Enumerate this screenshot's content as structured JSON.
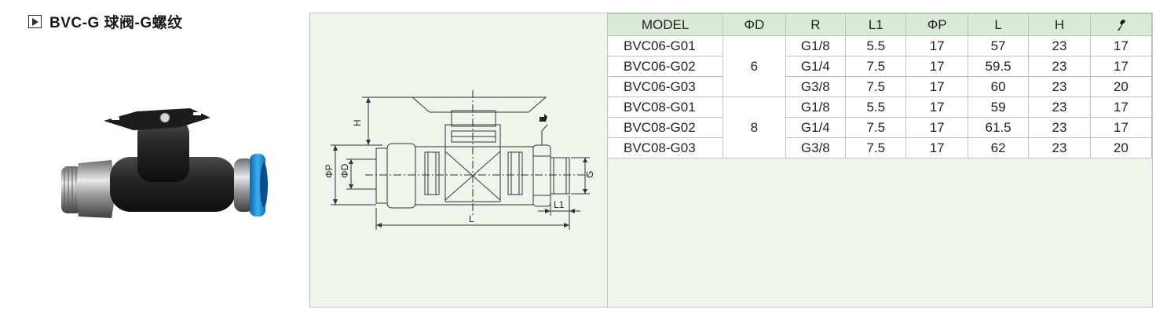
{
  "header": {
    "icon": "play-square-icon",
    "title": "BVC-G 球阀-G螺纹"
  },
  "drawing": {
    "labels": {
      "H": "H",
      "phiP": "ΦP",
      "phiD": "ΦD",
      "L": "L",
      "L1": "L1",
      "G": "G"
    }
  },
  "table": {
    "headers": [
      "MODEL",
      "ΦD",
      "R",
      "L1",
      "ΦP",
      "L",
      "H"
    ],
    "last_header_icon": "wrench-icon",
    "rows": [
      {
        "model": "BVC06-G01",
        "r": "G1/8",
        "l1": "5.5",
        "phip": "17",
        "l": "57",
        "h": "23",
        "wrench": "17"
      },
      {
        "model": "BVC06-G02",
        "r": "G1/4",
        "l1": "7.5",
        "phip": "17",
        "l": "59.5",
        "h": "23",
        "wrench": "17"
      },
      {
        "model": "BVC06-G03",
        "r": "G3/8",
        "l1": "7.5",
        "phip": "17",
        "l": "60",
        "h": "23",
        "wrench": "20"
      },
      {
        "model": "BVC08-G01",
        "r": "G1/8",
        "l1": "5.5",
        "phip": "17",
        "l": "59",
        "h": "23",
        "wrench": "17"
      },
      {
        "model": "BVC08-G02",
        "r": "G1/4",
        "l1": "7.5",
        "phip": "17",
        "l": "61.5",
        "h": "23",
        "wrench": "17"
      },
      {
        "model": "BVC08-G03",
        "r": "G3/8",
        "l1": "7.5",
        "phip": "17",
        "l": "62",
        "h": "23",
        "wrench": "20"
      }
    ],
    "d_groups": [
      {
        "value": "6"
      },
      {
        "value": "8"
      }
    ]
  },
  "colors": {
    "panel_bg": "#eef6ec",
    "header_bg": "#d9ebd6",
    "border": "#b9c5b6",
    "push_ring": "#1f8fd6"
  }
}
